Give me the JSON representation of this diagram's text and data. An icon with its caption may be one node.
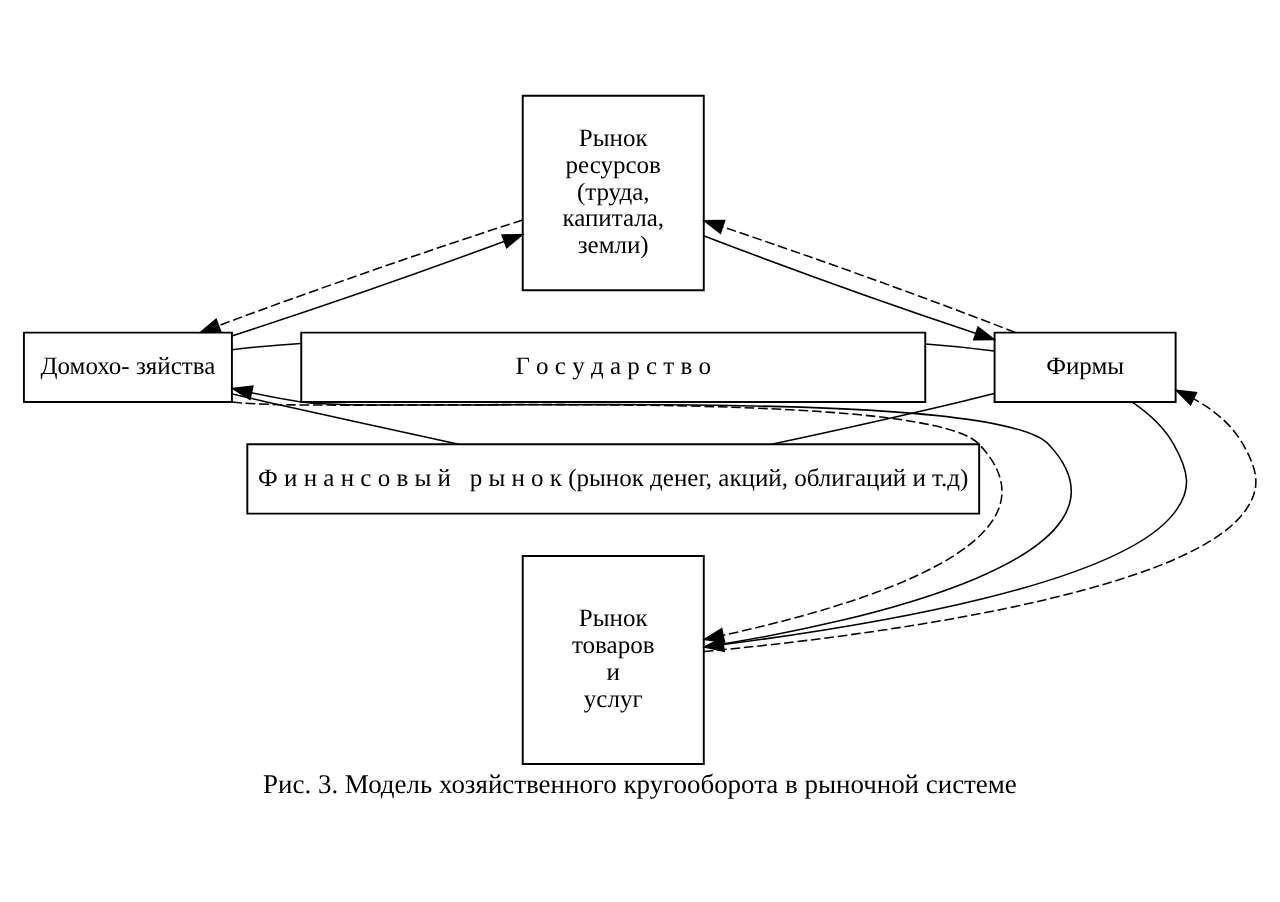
{
  "diagram": {
    "caption": "Рис. 3. Модель хозяйственного кругооборота в рыночной системе",
    "nodes": [
      {
        "text": [
          "Рынок ресурсов (труда, капитала, земли)"
        ]
      },
      {
        "text": [
          "Домохо- зяйства"
        ]
      },
      {
        "text": [
          "Г о с у д а р с т в о"
        ]
      },
      {
        "text": [
          "Ф и н а н с о в ы й   р ы н о к (рынок денег, акций, облигаций и т.д)"
        ]
      },
      {
        "text": [
          "Фирмы"
        ]
      },
      {
        "text": [
          "Рынок товаров и услуг"
        ]
      }
    ],
    "edges": [
      {
        "from": 1,
        "to": 0,
        "arrow": "to"
      },
      {
        "from": 0,
        "to": 1,
        "arrow": "to",
        "style": "dashed"
      },
      {
        "from": 0,
        "to": 4,
        "arrow": "to"
      },
      {
        "from": 4,
        "to": 0,
        "arrow": "to",
        "style": "dashed"
      },
      {
        "from": 5,
        "to": 1,
        "arrow": "to"
      },
      {
        "from": 1,
        "to": 5,
        "arrow": "to",
        "style": "dashed"
      },
      {
        "from": 4,
        "to": 5,
        "arrow": "to"
      },
      {
        "from": 5,
        "to": 4,
        "arrow": "to",
        "style": "dashed"
      },
      {
        "from": 1,
        "to": 2,
        "arrow": "none"
      },
      {
        "from": 1,
        "to": 3,
        "arrow": "none"
      },
      {
        "from": 4,
        "to": 2,
        "arrow": "none"
      },
      {
        "from": 4,
        "to": 3,
        "arrow": "none"
      }
    ]
  }
}
